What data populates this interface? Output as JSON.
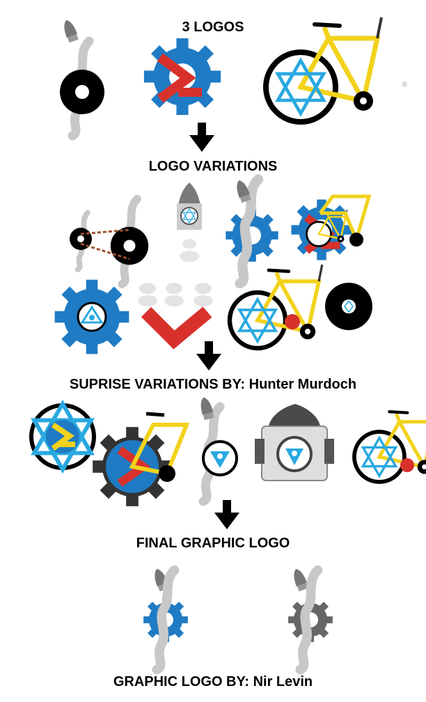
{
  "headings": {
    "logos": "3 LOGOS",
    "variations": "LOGO VARIATIONS",
    "surprise": "SUPRISE VARIATIONS BY: Hunter Murdoch",
    "final": "FINAL GRAPHIC LOGO",
    "credit": "GRAPHIC LOGO BY: Nir Levin"
  },
  "colors": {
    "blue": "#1f7bc4",
    "red": "#d8312c",
    "yellow": "#f2d21b",
    "cyan": "#29a9e1",
    "smoke": "#c8c8c8",
    "black": "#000000",
    "gray": "#666666"
  },
  "icons": [
    "rocket-icon",
    "disc-icon",
    "gear-icon",
    "bicycle-icon",
    "star-of-david-icon",
    "chevron-icon",
    "down-arrow-icon"
  ]
}
